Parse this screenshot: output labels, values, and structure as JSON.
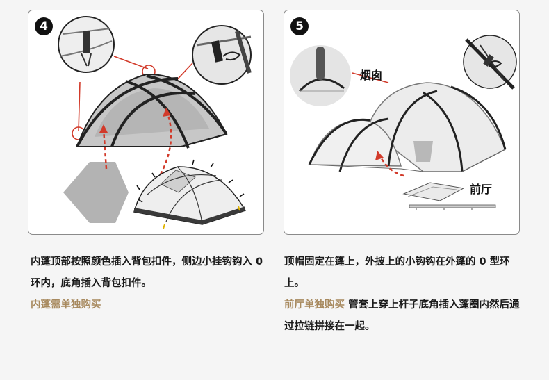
{
  "colors": {
    "accent": "#a88a5f",
    "pointer_red": "#d23a2a"
  },
  "step4": {
    "number": "4",
    "instruction": "内蓬顶部按照颜色插入背包扣件，侧边小挂钩钩入 0 环内，底角插入背包扣件。",
    "note": "内蓬需单独购买"
  },
  "step5": {
    "number": "5",
    "chimney_label": "烟囱",
    "vestibule_label": "前厅",
    "instruction": "顶帽固定在篷上，外披上的小钩钩在外篷的 0 型环上。",
    "highlight": "前厅单独购买",
    "instruction_2": " 管套上穿上杆子底角插入蓬圈内然后通过拉链拼接在一起。"
  }
}
